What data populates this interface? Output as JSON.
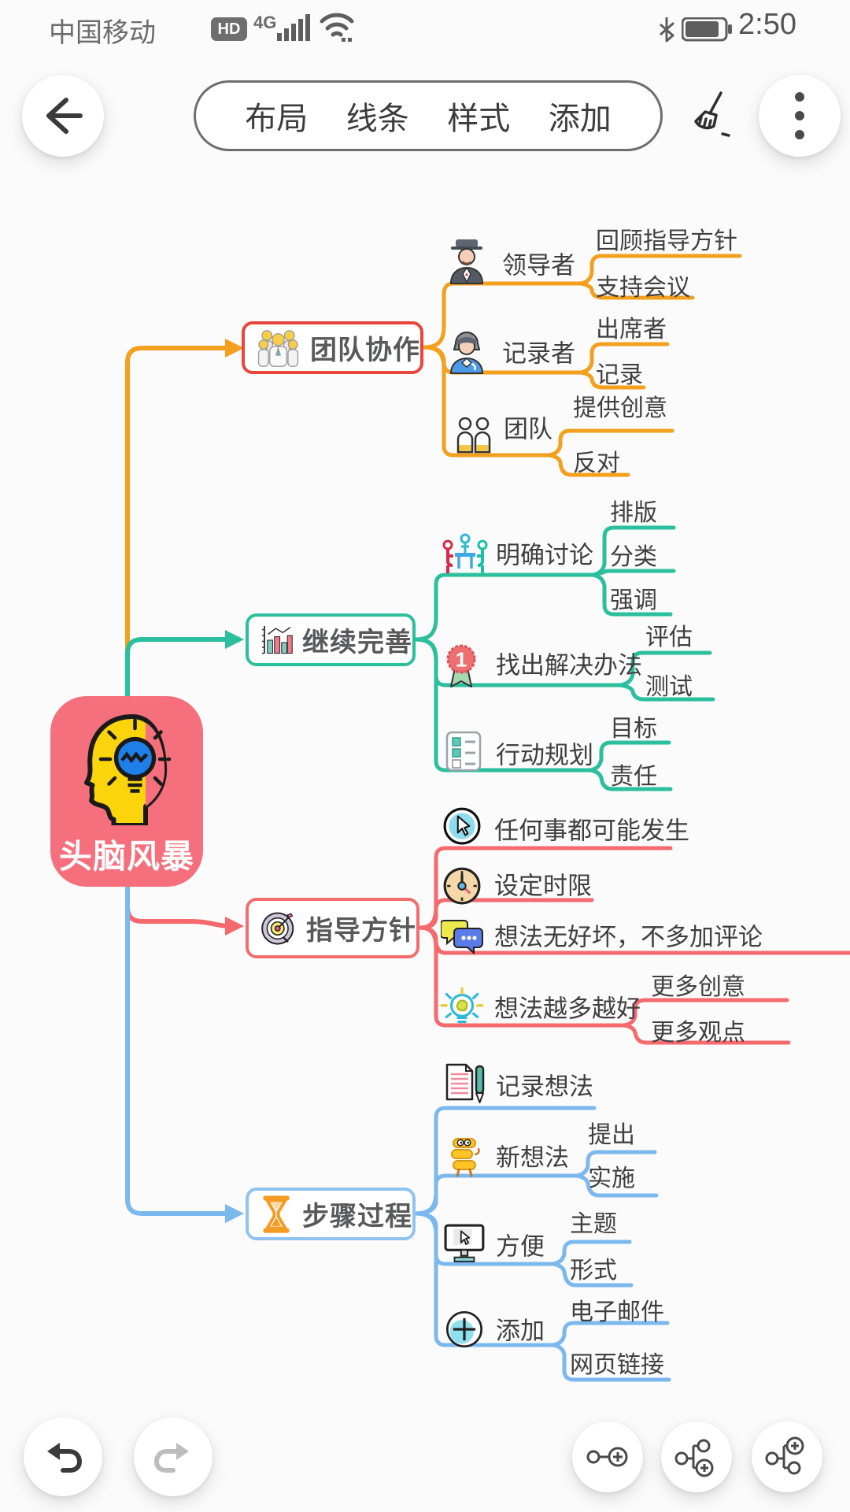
{
  "status_bar": {
    "carrier": "中国移动",
    "hd_badge": "HD",
    "network": "4G",
    "time": "2:50"
  },
  "toolbar": {
    "menu_items": [
      {
        "label": "布局"
      },
      {
        "label": "线条"
      },
      {
        "label": "样式"
      },
      {
        "label": "添加"
      }
    ]
  },
  "mindmap": {
    "central": {
      "label": "头脑风暴",
      "color": "#F56F7C"
    },
    "branches": [
      {
        "topic": "团队协作",
        "color": "#F2A01E",
        "border": "#E8453C",
        "children": [
          {
            "label": "领导者",
            "icon": "leader-icon",
            "children": [
              {
                "label": "回顾指导方针"
              },
              {
                "label": "支持会议"
              }
            ]
          },
          {
            "label": "记录者",
            "icon": "recorder-icon",
            "children": [
              {
                "label": "出席者"
              },
              {
                "label": "记录"
              }
            ]
          },
          {
            "label": "团队",
            "icon": "team-icon",
            "children": [
              {
                "label": "提供创意"
              },
              {
                "label": "反对"
              }
            ]
          }
        ]
      },
      {
        "topic": "继续完善",
        "color": "#2BBF9E",
        "border": "#2BBF9E",
        "children": [
          {
            "label": "明确讨论",
            "icon": "discussion-icon",
            "children": [
              {
                "label": "排版"
              },
              {
                "label": "分类"
              },
              {
                "label": "强调"
              }
            ]
          },
          {
            "label": "找出解决办法",
            "icon": "medal-icon",
            "badge": "1",
            "children": [
              {
                "label": "评估"
              },
              {
                "label": "测试"
              }
            ]
          },
          {
            "label": "行动规划",
            "icon": "checklist-icon",
            "children": [
              {
                "label": "目标"
              },
              {
                "label": "责任"
              }
            ]
          }
        ]
      },
      {
        "topic": "指导方针",
        "color": "#F6696F",
        "border": "#F26D6D",
        "children": [
          {
            "label": "任何事都可能发生",
            "icon": "cursor-icon"
          },
          {
            "label": "设定时限",
            "icon": "clock-icon"
          },
          {
            "label": "想法无好坏，不多加评论",
            "icon": "chat-icon"
          },
          {
            "label": "想法越多越好",
            "icon": "bulb-icon",
            "children": [
              {
                "label": "更多创意"
              },
              {
                "label": "更多观点"
              }
            ]
          }
        ]
      },
      {
        "topic": "步骤过程",
        "color": "#7BB8EE",
        "border": "#8FC3F0",
        "children": [
          {
            "label": "记录想法",
            "icon": "note-pen-icon"
          },
          {
            "label": "新想法",
            "icon": "new-idea-icon",
            "children": [
              {
                "label": "提出"
              },
              {
                "label": "实施"
              }
            ]
          },
          {
            "label": "方便",
            "icon": "monitor-icon",
            "children": [
              {
                "label": "主题"
              },
              {
                "label": "形式"
              }
            ]
          },
          {
            "label": "添加",
            "icon": "plus-icon",
            "children": [
              {
                "label": "电子邮件"
              },
              {
                "label": "网页链接"
              }
            ]
          }
        ]
      }
    ]
  }
}
